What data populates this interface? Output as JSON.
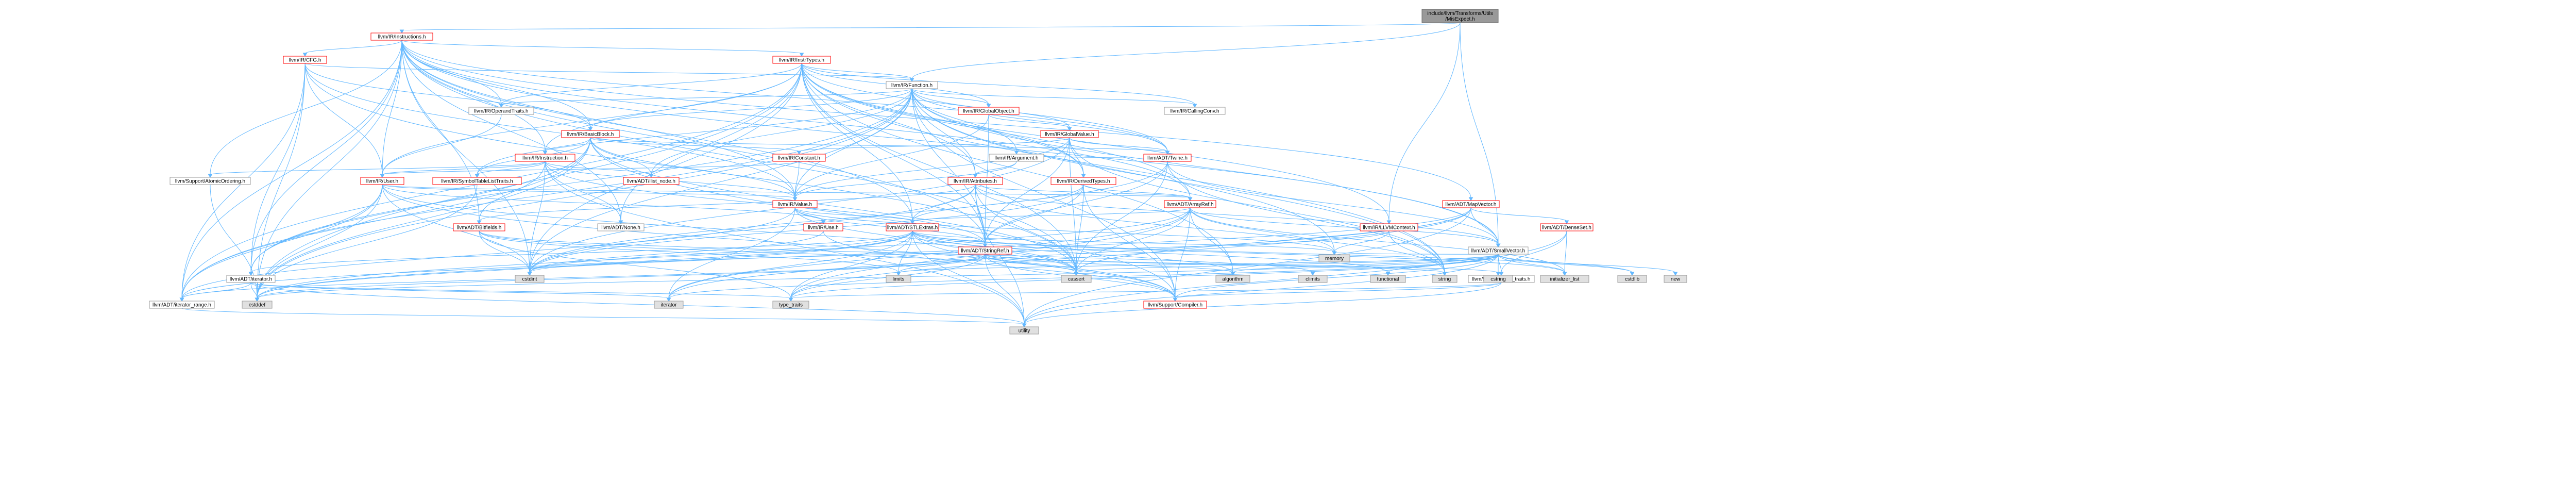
{
  "colors": {
    "root_fill": "#999999",
    "root_stroke": "#666666",
    "node_fill": "#ffffff",
    "red_stroke": "#ff0000",
    "grey_stroke": "#999999",
    "sys_fill": "#e0e0e0",
    "edge": "#63b8ff"
  },
  "nodes": [
    {
      "id": "root",
      "label": "include/llvm/Transforms/Utils/MisExpect.h",
      "style": "root"
    },
    {
      "id": "instructions",
      "label": "llvm/IR/Instructions.h",
      "style": "red"
    },
    {
      "id": "cfg",
      "label": "llvm/IR/CFG.h",
      "style": "red"
    },
    {
      "id": "insttypes",
      "label": "llvm/IR/InstrTypes.h",
      "style": "red"
    },
    {
      "id": "function",
      "label": "llvm/IR/Function.h",
      "style": "grey"
    },
    {
      "id": "operandtraits",
      "label": "llvm/IR/OperandTraits.h",
      "style": "grey"
    },
    {
      "id": "basicblock",
      "label": "llvm/IR/BasicBlock.h",
      "style": "red"
    },
    {
      "id": "instruction",
      "label": "llvm/IR/Instruction.h",
      "style": "red"
    },
    {
      "id": "globalobject",
      "label": "llvm/IR/GlobalObject.h",
      "style": "red"
    },
    {
      "id": "globalvalue",
      "label": "llvm/IR/GlobalValue.h",
      "style": "red"
    },
    {
      "id": "constant",
      "label": "llvm/IR/Constant.h",
      "style": "red"
    },
    {
      "id": "argument",
      "label": "llvm/IR/Argument.h",
      "style": "grey"
    },
    {
      "id": "attributes",
      "label": "llvm/IR/Attributes.h",
      "style": "red"
    },
    {
      "id": "callingconv",
      "label": "llvm/IR/CallingConv.h",
      "style": "grey"
    },
    {
      "id": "derivedtypes",
      "label": "llvm/IR/DerivedTypes.h",
      "style": "red"
    },
    {
      "id": "twine",
      "label": "llvm/ADT/Twine.h",
      "style": "red"
    },
    {
      "id": "arrayref",
      "label": "llvm/ADT/ArrayRef.h",
      "style": "red"
    },
    {
      "id": "user",
      "label": "llvm/IR/User.h",
      "style": "red"
    },
    {
      "id": "symtablelisttraits",
      "label": "llvm/IR/SymbolTableListTraits.h",
      "style": "red"
    },
    {
      "id": "ilistnode",
      "label": "llvm/ADT/ilist_node.h",
      "style": "red"
    },
    {
      "id": "atomicordering",
      "label": "llvm/Support/AtomicOrdering.h",
      "style": "grey"
    },
    {
      "id": "value",
      "label": "llvm/IR/Value.h",
      "style": "red"
    },
    {
      "id": "bitfields",
      "label": "llvm/ADT/Bitfields.h",
      "style": "red"
    },
    {
      "id": "none",
      "label": "llvm/ADT/None.h",
      "style": "grey"
    },
    {
      "id": "use",
      "label": "llvm/IR/Use.h",
      "style": "red"
    },
    {
      "id": "stlextras",
      "label": "llvm/ADT/STLExtras.h",
      "style": "red"
    },
    {
      "id": "stringref",
      "label": "llvm/ADT/StringRef.h",
      "style": "red"
    },
    {
      "id": "llvmcontext",
      "label": "llvm/IR/LLVMContext.h",
      "style": "red"
    },
    {
      "id": "mapvector",
      "label": "llvm/ADT/MapVector.h",
      "style": "red"
    },
    {
      "id": "densemap",
      "label": "llvm/ADT/DenseSet.h",
      "style": "red"
    },
    {
      "id": "smallvector",
      "label": "llvm/ADT/SmallVector.h",
      "style": "grey"
    },
    {
      "id": "typetraits",
      "label": "llvm/Support/type_traits.h",
      "style": "grey"
    },
    {
      "id": "compiler",
      "label": "llvm/Support/Compiler.h",
      "style": "red"
    },
    {
      "id": "iterator",
      "label": "llvm/ADT/iterator.h",
      "style": "grey"
    },
    {
      "id": "iteratorrange",
      "label": "llvm/ADT/iterator_range.h",
      "style": "grey"
    },
    {
      "id": "cstddef",
      "label": "cstddef",
      "style": "sys"
    },
    {
      "id": "cstdint",
      "label": "cstdint",
      "style": "sys"
    },
    {
      "id": "cassert",
      "label": "cassert",
      "style": "sys"
    },
    {
      "id": "climits",
      "label": "climits",
      "style": "sys"
    },
    {
      "id": "limits",
      "label": "limits",
      "style": "sys"
    },
    {
      "id": "iteratorstd",
      "label": "iterator",
      "style": "sys"
    },
    {
      "id": "typetraitsstd",
      "label": "type_traits",
      "style": "sys"
    },
    {
      "id": "utility",
      "label": "utility",
      "style": "sys"
    },
    {
      "id": "functional",
      "label": "functional",
      "style": "sys"
    },
    {
      "id": "algorithm",
      "label": "algorithm",
      "style": "sys"
    },
    {
      "id": "memory",
      "label": "memory",
      "style": "sys"
    },
    {
      "id": "string",
      "label": "string",
      "style": "sys"
    },
    {
      "id": "cstring",
      "label": "cstring",
      "style": "sys"
    },
    {
      "id": "initializerlist",
      "label": "initializer_list",
      "style": "sys"
    },
    {
      "id": "cstdlib",
      "label": "cstdlib",
      "style": "sys"
    },
    {
      "id": "new",
      "label": "new",
      "style": "sys"
    }
  ],
  "edges": [
    [
      "root",
      "instructions"
    ],
    [
      "root",
      "function"
    ],
    [
      "root",
      "llvmcontext"
    ],
    [
      "root",
      "smallvector"
    ],
    [
      "instructions",
      "cfg"
    ],
    [
      "instructions",
      "insttypes"
    ],
    [
      "instructions",
      "operandtraits"
    ],
    [
      "instructions",
      "instruction"
    ],
    [
      "instructions",
      "atomicordering"
    ],
    [
      "instructions",
      "user"
    ],
    [
      "instructions",
      "value"
    ],
    [
      "instructions",
      "bitfields"
    ],
    [
      "instructions",
      "mapvector"
    ],
    [
      "instructions",
      "none"
    ],
    [
      "instructions",
      "stlextras"
    ],
    [
      "instructions",
      "smallvector"
    ],
    [
      "instructions",
      "twine"
    ],
    [
      "instructions",
      "iterator"
    ],
    [
      "instructions",
      "iteratorrange"
    ],
    [
      "instructions",
      "arrayref"
    ],
    [
      "instructions",
      "basicblock"
    ],
    [
      "instructions",
      "cassert"
    ],
    [
      "instructions",
      "cstddef"
    ],
    [
      "instructions",
      "cstdint"
    ],
    [
      "instructions",
      "stringref"
    ],
    [
      "cfg",
      "function"
    ],
    [
      "cfg",
      "basicblock"
    ],
    [
      "cfg",
      "value"
    ],
    [
      "cfg",
      "iterator"
    ],
    [
      "cfg",
      "iteratorrange"
    ],
    [
      "cfg",
      "user"
    ],
    [
      "cfg",
      "cassert"
    ],
    [
      "cfg",
      "cstddef"
    ],
    [
      "insttypes",
      "function"
    ],
    [
      "insttypes",
      "operandtraits"
    ],
    [
      "insttypes",
      "instruction"
    ],
    [
      "insttypes",
      "attributes"
    ],
    [
      "insttypes",
      "globalobject"
    ],
    [
      "insttypes",
      "callingconv"
    ],
    [
      "insttypes",
      "derivedtypes"
    ],
    [
      "insttypes",
      "llvmcontext"
    ],
    [
      "insttypes",
      "user"
    ],
    [
      "insttypes",
      "arrayref"
    ],
    [
      "insttypes",
      "twine"
    ],
    [
      "insttypes",
      "stlextras"
    ],
    [
      "insttypes",
      "stringref"
    ],
    [
      "insttypes",
      "none"
    ],
    [
      "insttypes",
      "iteratorrange"
    ],
    [
      "insttypes",
      "algorithm"
    ],
    [
      "insttypes",
      "cassert"
    ],
    [
      "insttypes",
      "cstddef"
    ],
    [
      "insttypes",
      "cstdint"
    ],
    [
      "insttypes",
      "string"
    ],
    [
      "insttypes",
      "vector"
    ],
    [
      "function",
      "operandtraits"
    ],
    [
      "function",
      "basicblock"
    ],
    [
      "function",
      "globalobject"
    ],
    [
      "function",
      "globalvalue"
    ],
    [
      "function",
      "argument"
    ],
    [
      "function",
      "attributes"
    ],
    [
      "function",
      "callingconv"
    ],
    [
      "function",
      "derivedtypes"
    ],
    [
      "function",
      "symtablelisttraits"
    ],
    [
      "function",
      "ilistnode"
    ],
    [
      "function",
      "value"
    ],
    [
      "function",
      "twine"
    ],
    [
      "function",
      "stringref"
    ],
    [
      "function",
      "iterator"
    ],
    [
      "function",
      "iteratorrange"
    ],
    [
      "function",
      "smallvector"
    ],
    [
      "function",
      "compiler"
    ],
    [
      "function",
      "cstddef"
    ],
    [
      "function",
      "cstdint"
    ],
    [
      "function",
      "memory"
    ],
    [
      "function",
      "string"
    ],
    [
      "operandtraits",
      "user"
    ],
    [
      "basicblock",
      "instruction"
    ],
    [
      "basicblock",
      "symtablelisttraits"
    ],
    [
      "basicblock",
      "ilistnode"
    ],
    [
      "basicblock",
      "value"
    ],
    [
      "basicblock",
      "twine"
    ],
    [
      "basicblock",
      "iterator"
    ],
    [
      "basicblock",
      "iteratorrange"
    ],
    [
      "basicblock",
      "compiler"
    ],
    [
      "basicblock",
      "cassert"
    ],
    [
      "basicblock",
      "cstddef"
    ],
    [
      "basicblock",
      "constant"
    ],
    [
      "instruction",
      "user"
    ],
    [
      "instruction",
      "symtablelisttraits"
    ],
    [
      "instruction",
      "ilistnode"
    ],
    [
      "instruction",
      "value"
    ],
    [
      "instruction",
      "bitfields"
    ],
    [
      "instruction",
      "none"
    ],
    [
      "instruction",
      "stringref"
    ],
    [
      "instruction",
      "atomicordering"
    ],
    [
      "instruction",
      "cstdint"
    ],
    [
      "instruction",
      "utility"
    ],
    [
      "globalobject",
      "globalvalue"
    ],
    [
      "globalobject",
      "value"
    ],
    [
      "globalobject",
      "stringref"
    ],
    [
      "globalvalue",
      "constant"
    ],
    [
      "globalvalue",
      "derivedtypes"
    ],
    [
      "globalvalue",
      "value"
    ],
    [
      "globalvalue",
      "twine"
    ],
    [
      "globalvalue",
      "stringref"
    ],
    [
      "globalvalue",
      "cassert"
    ],
    [
      "globalvalue",
      "cstdint"
    ],
    [
      "globalvalue",
      "string"
    ],
    [
      "constant",
      "user"
    ],
    [
      "constant",
      "value"
    ],
    [
      "argument",
      "attributes"
    ],
    [
      "argument",
      "value"
    ],
    [
      "argument",
      "twine"
    ],
    [
      "attributes",
      "arrayref"
    ],
    [
      "attributes",
      "stringref"
    ],
    [
      "attributes",
      "smallvector"
    ],
    [
      "attributes",
      "stlextras"
    ],
    [
      "attributes",
      "bitfields"
    ],
    [
      "attributes",
      "cassert"
    ],
    [
      "attributes",
      "cstdint"
    ],
    [
      "attributes",
      "string"
    ],
    [
      "attributes",
      "utility"
    ],
    [
      "derivedtypes",
      "arrayref"
    ],
    [
      "derivedtypes",
      "stlextras"
    ],
    [
      "derivedtypes",
      "stringref"
    ],
    [
      "derivedtypes",
      "compiler"
    ],
    [
      "derivedtypes",
      "cassert"
    ],
    [
      "derivedtypes",
      "cstdint"
    ],
    [
      "twine",
      "smallvector"
    ],
    [
      "twine",
      "stringref"
    ],
    [
      "twine",
      "cassert"
    ],
    [
      "twine",
      "cstdint"
    ],
    [
      "twine",
      "string"
    ],
    [
      "arrayref",
      "smallvector"
    ],
    [
      "arrayref",
      "stlextras"
    ],
    [
      "arrayref",
      "compiler"
    ],
    [
      "arrayref",
      "algorithm"
    ],
    [
      "arrayref",
      "array"
    ],
    [
      "arrayref",
      "cassert"
    ],
    [
      "arrayref",
      "cstddef"
    ],
    [
      "arrayref",
      "initializerlist"
    ],
    [
      "arrayref",
      "iteratorstd"
    ],
    [
      "arrayref",
      "memory"
    ],
    [
      "arrayref",
      "typetraitsstd"
    ],
    [
      "arrayref",
      "vector"
    ],
    [
      "user",
      "value"
    ],
    [
      "user",
      "use"
    ],
    [
      "user",
      "arrayref"
    ],
    [
      "user",
      "iterator"
    ],
    [
      "user",
      "iteratorrange"
    ],
    [
      "user",
      "compiler"
    ],
    [
      "user",
      "cassert"
    ],
    [
      "user",
      "cstdint"
    ],
    [
      "user",
      "cstddef"
    ],
    [
      "symtablelisttraits",
      "cstddef"
    ],
    [
      "atomicordering",
      "cstddef"
    ],
    [
      "value",
      "use"
    ],
    [
      "value",
      "stlextras"
    ],
    [
      "value",
      "stringref"
    ],
    [
      "value",
      "iteratorrange"
    ],
    [
      "value",
      "cassert"
    ],
    [
      "value",
      "iteratorstd"
    ],
    [
      "value",
      "memory"
    ],
    [
      "bitfields",
      "cassert"
    ],
    [
      "bitfields",
      "climits"
    ],
    [
      "bitfields",
      "cstdint"
    ],
    [
      "bitfields",
      "limits"
    ],
    [
      "bitfields",
      "typetraitsstd"
    ],
    [
      "use",
      "compiler"
    ],
    [
      "use",
      "cstdint"
    ],
    [
      "stlextras",
      "iterator"
    ],
    [
      "stlextras",
      "iteratorrange"
    ],
    [
      "stlextras",
      "compiler"
    ],
    [
      "stlextras",
      "algorithm"
    ],
    [
      "stlextras",
      "cassert"
    ],
    [
      "stlextras",
      "cstddef"
    ],
    [
      "stlextras",
      "cstdint"
    ],
    [
      "stlextras",
      "cstdlib"
    ],
    [
      "stlextras",
      "functional"
    ],
    [
      "stlextras",
      "initializerlist"
    ],
    [
      "stlextras",
      "iteratorstd"
    ],
    [
      "stlextras",
      "limits"
    ],
    [
      "stlextras",
      "memory"
    ],
    [
      "stlextras",
      "typetraitsstd"
    ],
    [
      "stlextras",
      "utility"
    ],
    [
      "stringref",
      "iteratorrange"
    ],
    [
      "stringref",
      "compiler"
    ],
    [
      "stringref",
      "algorithm"
    ],
    [
      "stringref",
      "cassert"
    ],
    [
      "stringref",
      "cstddef"
    ],
    [
      "stringref",
      "cstring"
    ],
    [
      "stringref",
      "limits"
    ],
    [
      "stringref",
      "string"
    ],
    [
      "stringref",
      "typetraitsstd"
    ],
    [
      "stringref",
      "utility"
    ],
    [
      "llvmcontext",
      "cstdint"
    ],
    [
      "llvmcontext",
      "memory"
    ],
    [
      "llvmcontext",
      "string"
    ],
    [
      "mapvector",
      "densemap"
    ],
    [
      "mapvector",
      "smallvector"
    ],
    [
      "mapvector",
      "cassert"
    ],
    [
      "mapvector",
      "cstddef"
    ],
    [
      "mapvector",
      "iteratorstd"
    ],
    [
      "mapvector",
      "typetraitsstd"
    ],
    [
      "mapvector",
      "utility"
    ],
    [
      "densemap",
      "typetraits"
    ],
    [
      "densemap",
      "initializerlist"
    ],
    [
      "densemap",
      "utility"
    ],
    [
      "smallvector",
      "typetraits"
    ],
    [
      "smallvector",
      "compiler"
    ],
    [
      "smallvector",
      "algorithm"
    ],
    [
      "smallvector",
      "cassert"
    ],
    [
      "smallvector",
      "cstddef"
    ],
    [
      "smallvector",
      "cstdlib"
    ],
    [
      "smallvector",
      "cstring"
    ],
    [
      "smallvector",
      "functional"
    ],
    [
      "smallvector",
      "initializerlist"
    ],
    [
      "smallvector",
      "iteratorstd"
    ],
    [
      "smallvector",
      "limits"
    ],
    [
      "smallvector",
      "memory"
    ],
    [
      "smallvector",
      "new"
    ],
    [
      "smallvector",
      "typetraitsstd"
    ],
    [
      "smallvector",
      "utility"
    ],
    [
      "typetraits",
      "compiler"
    ],
    [
      "typetraits",
      "typetraitsstd"
    ],
    [
      "typetraits",
      "utility"
    ],
    [
      "iterator",
      "iteratorrange"
    ],
    [
      "iterator",
      "cstddef"
    ],
    [
      "iterator",
      "iteratorstd"
    ],
    [
      "iterator",
      "typetraitsstd"
    ],
    [
      "iterator",
      "utility"
    ],
    [
      "iteratorrange",
      "utility"
    ]
  ]
}
